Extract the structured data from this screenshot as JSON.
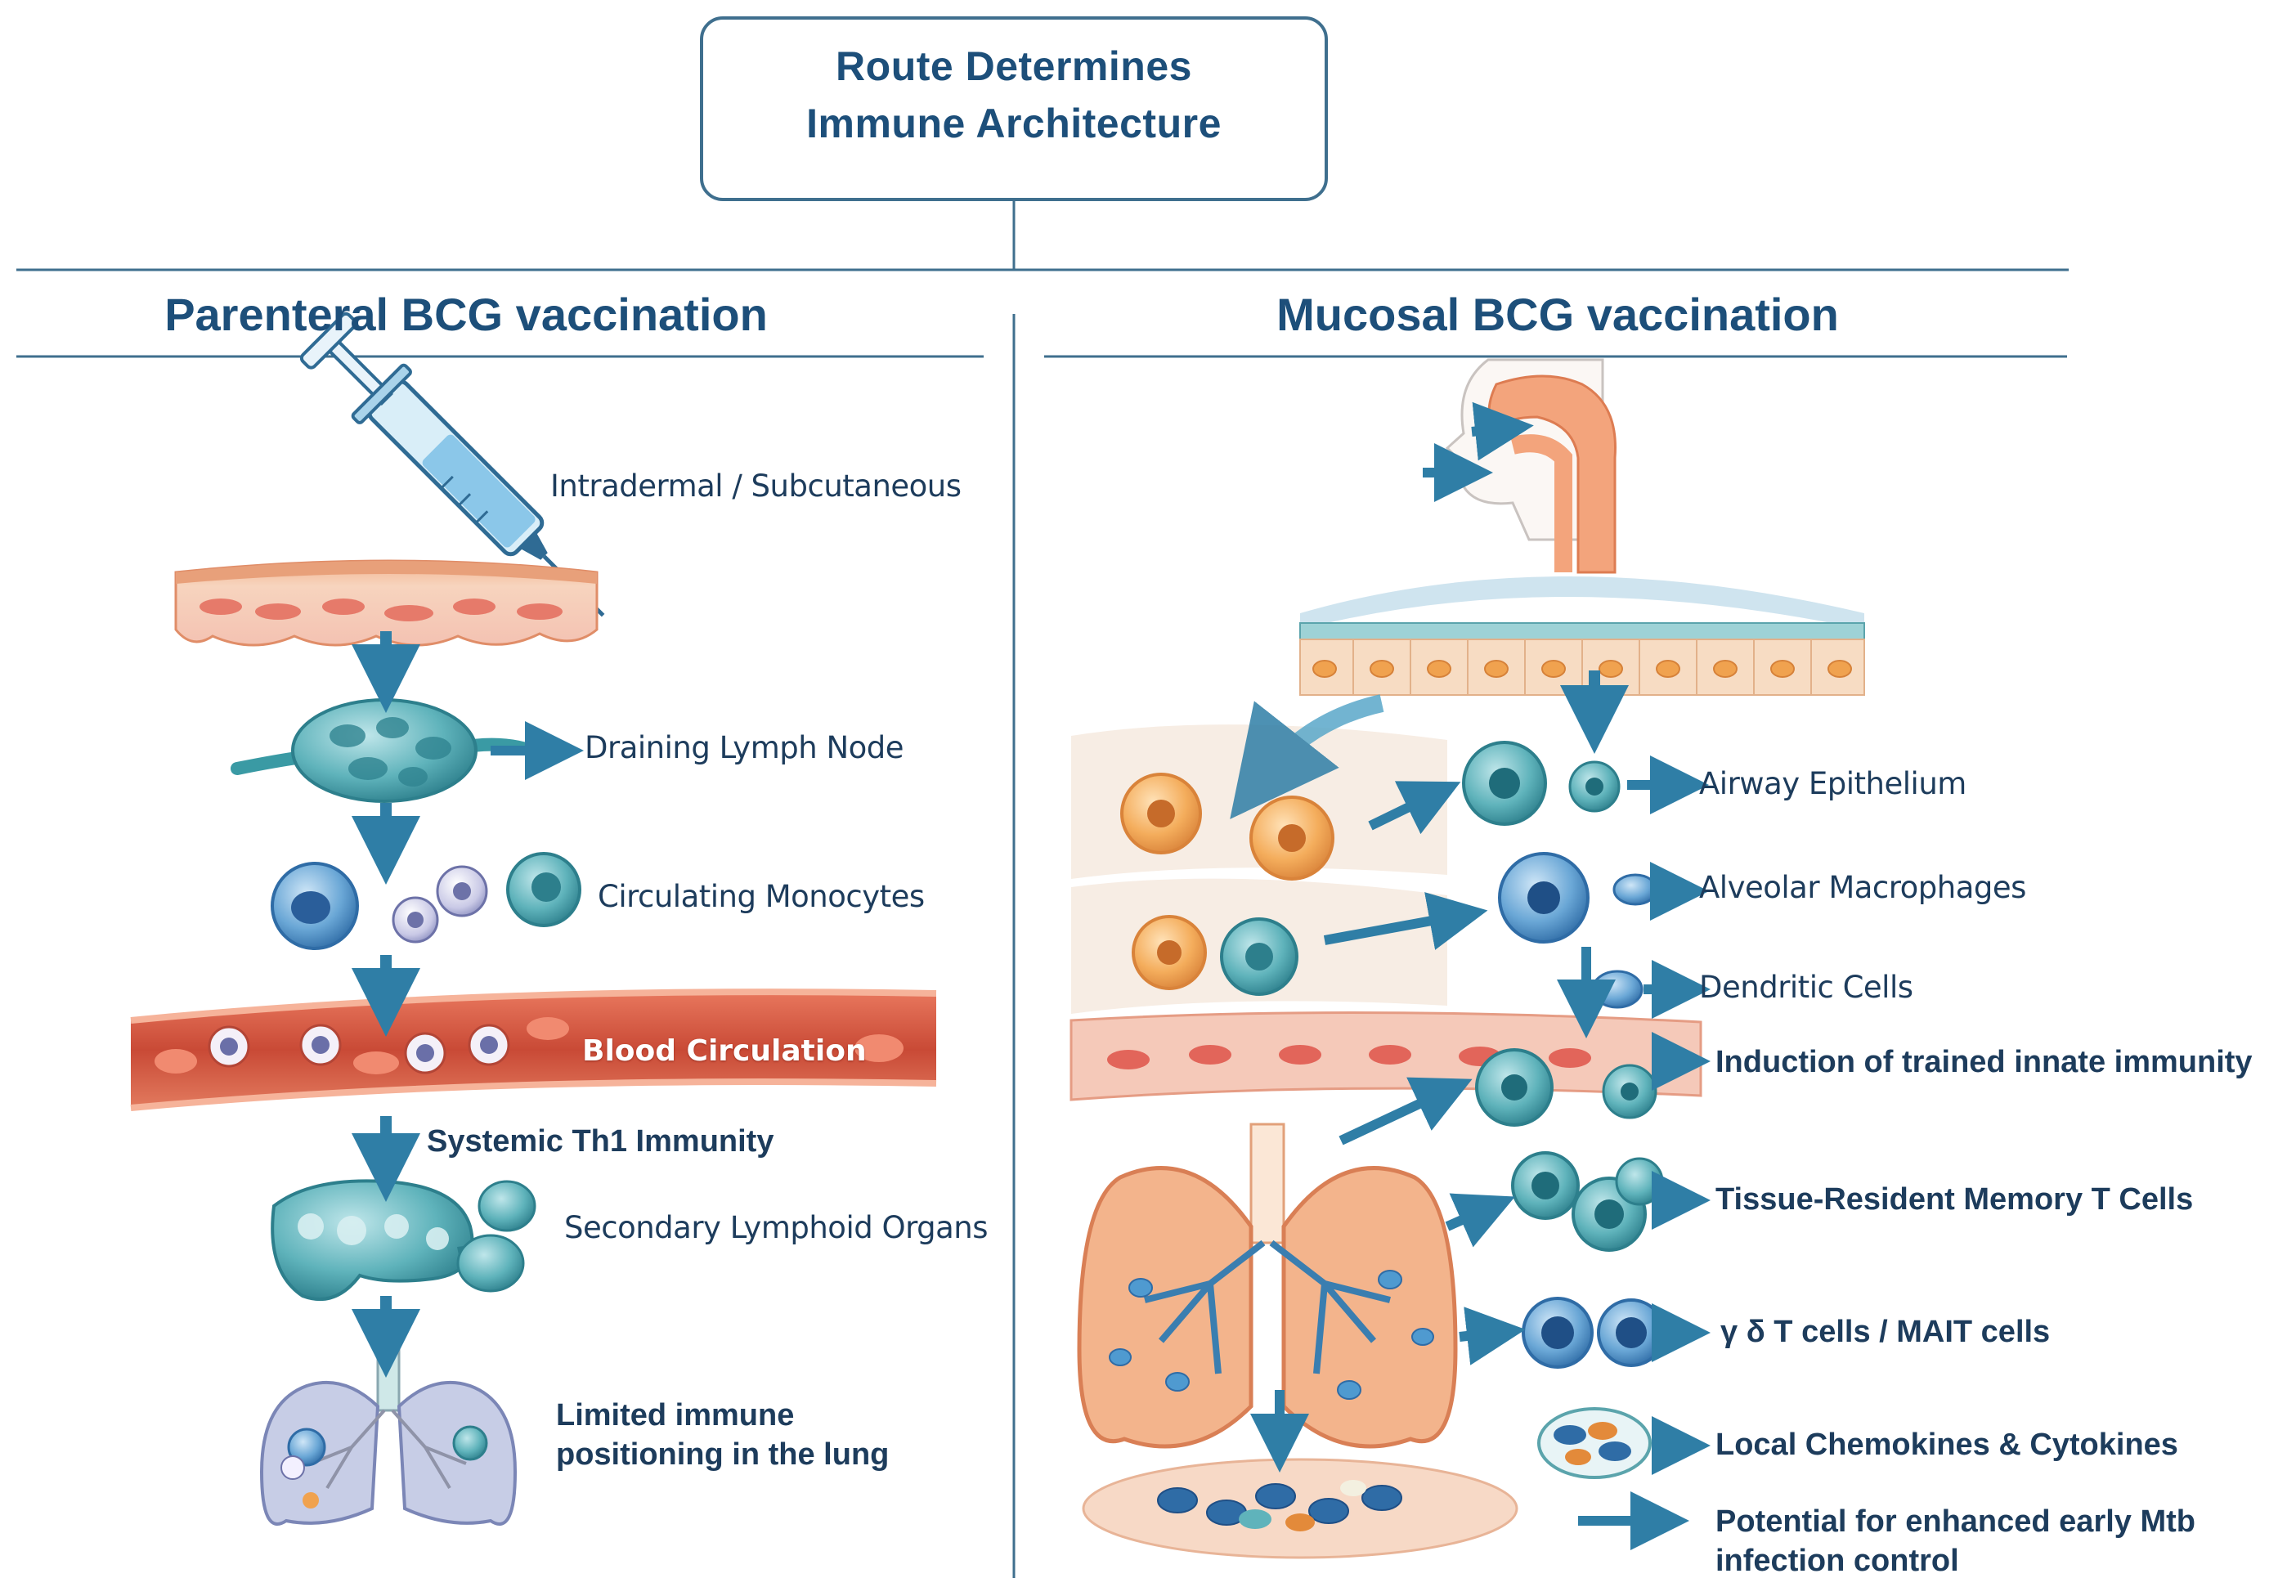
{
  "title": {
    "line1": "Route Determines",
    "line2": "Immune Architecture"
  },
  "left": {
    "heading": "Parenteral BCG vaccination",
    "labels": {
      "injection": "Intradermal / Subcutaneous",
      "lymph_node": "Draining Lymph Node",
      "monocytes": "Circulating Monocytes",
      "blood": "Blood Circulation",
      "th1": "Systemic Th1 Immunity",
      "lymphoid": "Secondary Lymphoid Organs",
      "lung_line1": "Limited immune",
      "lung_line2": "positioning in the lung"
    }
  },
  "right": {
    "heading": "Mucosal BCG vaccination",
    "labels": {
      "airway": "Airway Epithelium",
      "alveolar": "Alveolar Macrophages",
      "dendritic": "Dendritic Cells",
      "trained": "Induction of trained innate immunity",
      "trm": "Tissue-Resident Memory T Cells",
      "gd": "γ δ  T cells / MAIT cells",
      "chemokines": "Local Chemokines & Cytokines",
      "mtb_line1": "Potential for enhanced early Mtb",
      "mtb_line2": "infection control"
    }
  },
  "icons": [
    "syringe-icon",
    "skin-layer-icon",
    "lymph-node-icon",
    "monocyte-cell-icon",
    "blood-vessel-icon",
    "lymphoid-organ-icon",
    "lung-icon",
    "nasal-head-icon",
    "airway-epithelium-icon",
    "macrophage-cell-icon",
    "dendritic-cell-icon",
    "t-cell-icon",
    "granuloma-icon"
  ],
  "colors": {
    "heading": "#1d4f7a",
    "arrow": "#2f7ea6",
    "rule": "#3f6f8e",
    "blood": "#c94a36",
    "cell_teal": "#4aa6ad",
    "cell_orange": "#f0a24f",
    "lung_orange": "#e8986a"
  }
}
